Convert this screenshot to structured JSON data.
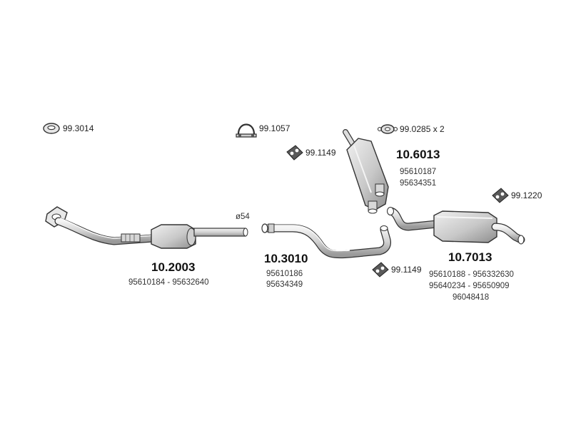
{
  "accessories": [
    {
      "id": "ring-gasket",
      "code": "99.3014"
    },
    {
      "id": "clamp",
      "code": "99.1057"
    },
    {
      "id": "rubber-ring",
      "code": "99.0285 x 2"
    },
    {
      "id": "mount-top",
      "code": "99.1149"
    },
    {
      "id": "mount-bottom",
      "code": "99.1149"
    },
    {
      "id": "mount-right",
      "code": "99.1220"
    }
  ],
  "parts": [
    {
      "id": "front-pipe",
      "number": "10.2003",
      "oe_lines": [
        "95610184 - 95632640"
      ]
    },
    {
      "id": "middle-pipe",
      "number": "10.3010",
      "oe_lines": [
        "95610186",
        "95634349"
      ]
    },
    {
      "id": "middle-silencer",
      "number": "10.6013",
      "oe_lines": [
        "95610187",
        "95634351"
      ]
    },
    {
      "id": "rear-silencer",
      "number": "10.7013",
      "oe_lines": [
        "95610188 - 956332630",
        "95640234 - 95650909",
        "96048418"
      ]
    }
  ],
  "diameter_label": "ø54",
  "colors": {
    "stroke": "#333333",
    "fill": "#d9d9d9",
    "fill_light": "#ececec"
  }
}
